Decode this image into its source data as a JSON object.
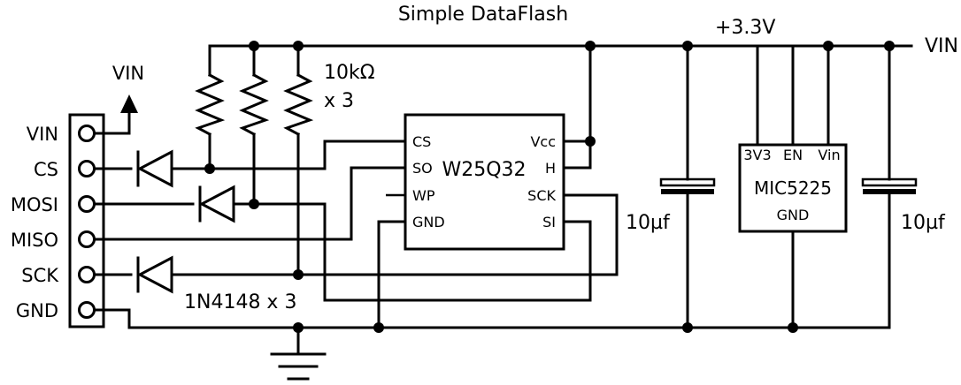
{
  "title": "Simple DataFlash",
  "header_pins": [
    "VIN",
    "CS",
    "MOSI",
    "MISO",
    "SCK",
    "GND"
  ],
  "vin_arrow_label": "VIN",
  "resistors": {
    "value": "10kΩ",
    "count": "x 3"
  },
  "diodes_label": "1N4148 x 3",
  "flash_chip": {
    "name": "W25Q32",
    "left_pins": [
      "CS",
      "SO",
      "WP",
      "GND"
    ],
    "right_pins": [
      "Vcc",
      "H",
      "SCK",
      "SI"
    ]
  },
  "capacitor_left": "10µf",
  "capacitor_right": "10µf",
  "regulator": {
    "name": "MIC5225",
    "pins_top": [
      "3V3",
      "EN",
      "Vin"
    ],
    "pin_bottom": "GND"
  },
  "rail_3v3_label": "+3.3V",
  "vin_input_label": "VIN",
  "colors": {
    "ink": "#000000",
    "background": "#ffffff"
  }
}
